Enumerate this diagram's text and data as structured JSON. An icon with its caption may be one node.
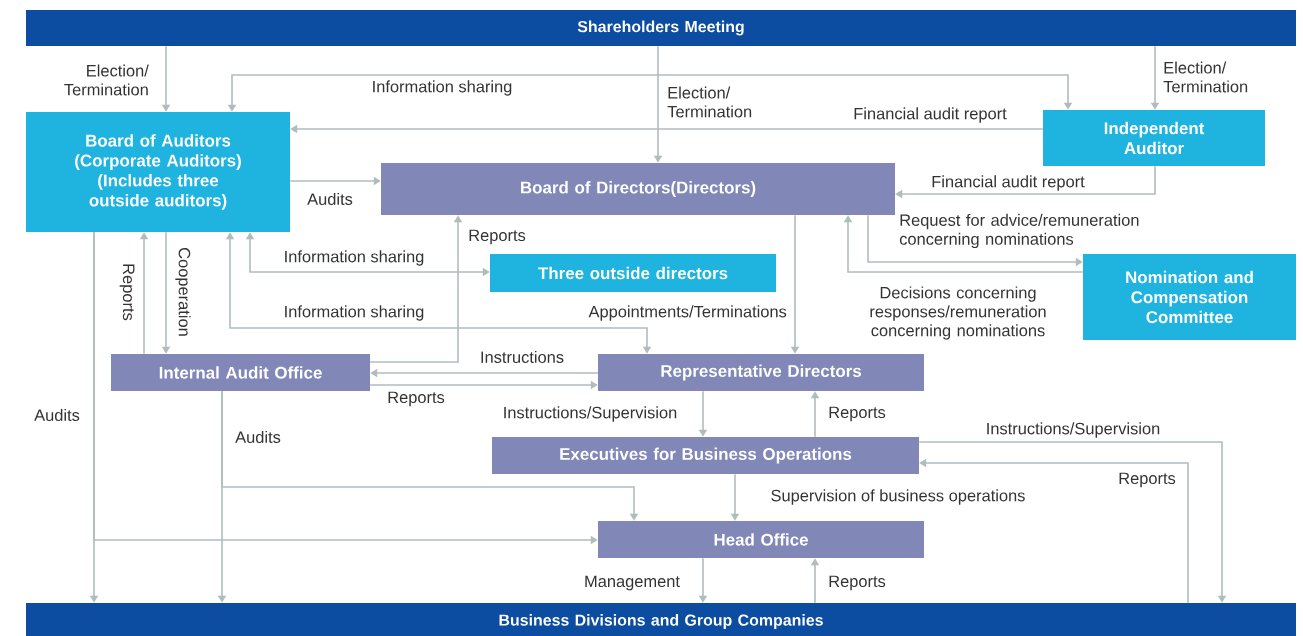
{
  "diagram": {
    "nodes": [
      {
        "text": [
          "Shareholders Meeting"
        ]
      },
      {
        "text": [
          "Board of Auditors (Corporate Auditors) (Includes three outside auditors)"
        ]
      },
      {
        "text": [
          "Independent Auditor"
        ]
      },
      {
        "text": [
          "Board of Directors(Directors)"
        ]
      },
      {
        "text": [
          "Three outside directors"
        ]
      },
      {
        "text": [
          "Nomination and Compensation Committee"
        ]
      },
      {
        "text": [
          "Internal Audit Office"
        ]
      },
      {
        "text": [
          "Representative Directors"
        ]
      },
      {
        "text": [
          "Executives for Business Operations"
        ]
      },
      {
        "text": [
          "Head Office"
        ]
      },
      {
        "text": [
          "Business Divisions and Group Companies"
        ]
      }
    ],
    "edges": [
      {
        "from": 0,
        "to": 1,
        "arrow": "to",
        "label": "Election/ Termination"
      },
      {
        "from": 0,
        "to": 3,
        "arrow": "to",
        "label": "Election/ Termination"
      },
      {
        "from": 0,
        "to": 2,
        "arrow": "to",
        "label": "Election/ Termination"
      },
      {
        "from": 1,
        "to": 2,
        "arrow": "both",
        "label": "Information sharing"
      },
      {
        "from": 2,
        "to": 1,
        "arrow": "to",
        "label": "Financial audit report"
      },
      {
        "from": 2,
        "to": 3,
        "arrow": "to",
        "label": "Financial audit report"
      },
      {
        "from": 1,
        "to": 3,
        "arrow": "to",
        "label": "Audits"
      },
      {
        "from": 3,
        "to": 5,
        "arrow": "to",
        "label": "Request for advice/remuneration concerning nominations"
      },
      {
        "from": 5,
        "to": 3,
        "arrow": "to",
        "label": "Decisions concerning responses/remuneration concerning nominations"
      },
      {
        "from": 1,
        "to": 4,
        "arrow": "both",
        "label": "Information sharing"
      },
      {
        "from": 1,
        "to": 7,
        "arrow": "both",
        "label": "Information sharing"
      },
      {
        "from": 3,
        "to": 7,
        "arrow": "to",
        "label": "Appointments/Terminations"
      },
      {
        "from": 6,
        "to": 3,
        "arrow": "to",
        "label": "Reports"
      },
      {
        "from": 1,
        "to": 6,
        "arrow": "to",
        "label": "Cooperation"
      },
      {
        "from": 6,
        "to": 1,
        "arrow": "to",
        "label": "Reports"
      },
      {
        "from": 7,
        "to": 6,
        "arrow": "to",
        "label": "Instructions"
      },
      {
        "from": 6,
        "to": 7,
        "arrow": "to",
        "label": "Reports"
      },
      {
        "from": 7,
        "to": 8,
        "arrow": "to",
        "label": "Instructions/Supervision"
      },
      {
        "from": 8,
        "to": 7,
        "arrow": "to",
        "label": "Reports"
      },
      {
        "from": 8,
        "to": 9,
        "arrow": "to",
        "label": "Supervision of business operations"
      },
      {
        "from": 6,
        "to": 10,
        "arrow": "to",
        "label": "Audits"
      },
      {
        "from": 6,
        "to": 9,
        "arrow": "to"
      },
      {
        "from": 1,
        "to": 10,
        "arrow": "to",
        "label": "Audits"
      },
      {
        "from": 1,
        "to": 9,
        "arrow": "to"
      },
      {
        "from": 9,
        "to": 10,
        "arrow": "to",
        "label": "Management"
      },
      {
        "from": 10,
        "to": 9,
        "arrow": "to",
        "label": "Reports"
      },
      {
        "from": 8,
        "to": 10,
        "arrow": "to",
        "label": "Instructions/Supervision"
      },
      {
        "from": 10,
        "to": 8,
        "arrow": "to",
        "label": "Reports"
      }
    ]
  }
}
